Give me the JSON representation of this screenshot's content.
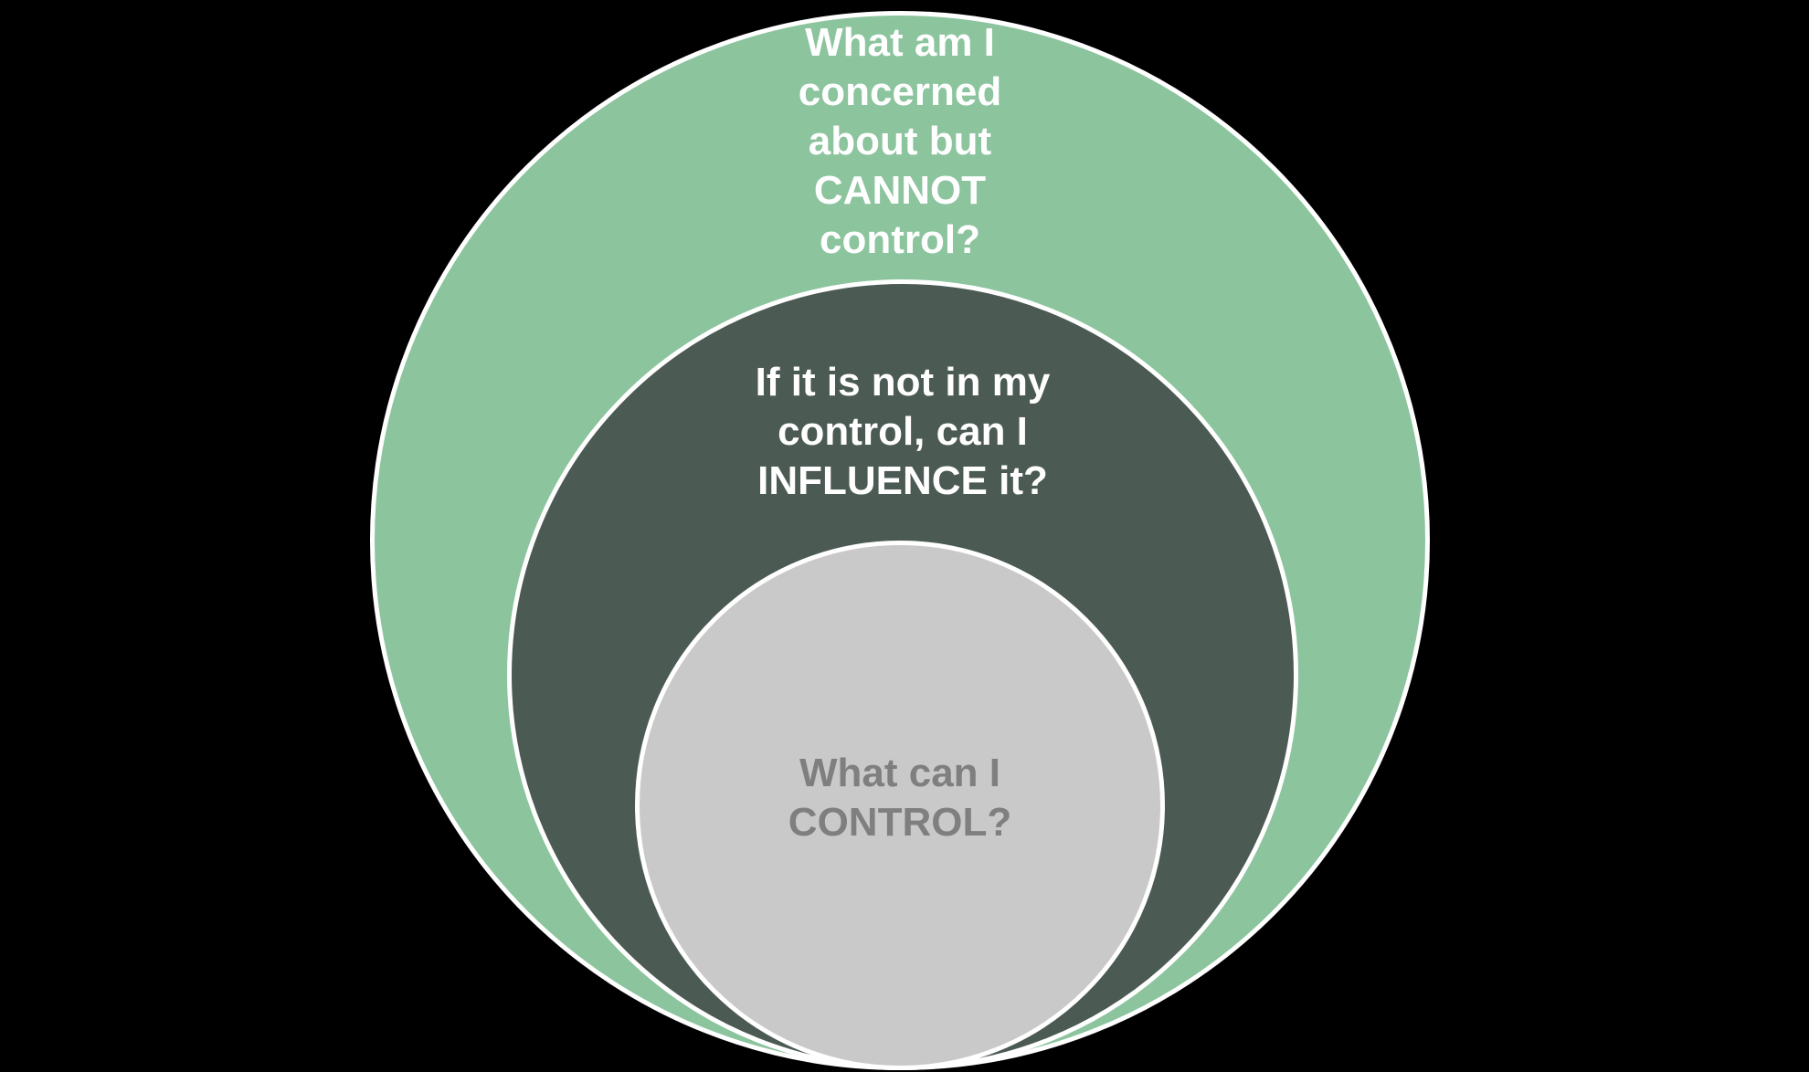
{
  "diagram": {
    "background": "#000000",
    "stroke_color": "#FFFFFF",
    "circles": [
      {
        "id": "concern",
        "fill": "#8BC49D",
        "text_color": "#FFFFFF",
        "label": "What am I concerned about but CANNOT control?",
        "lines": [
          "What am I",
          "concerned",
          "about but",
          "CANNOT",
          "control?"
        ]
      },
      {
        "id": "influence",
        "fill": "#4B5A53",
        "text_color": "#FFFFFF",
        "label": "If it is not in my control, can I INFLUENCE it?",
        "lines": [
          "If it is not in my",
          "control, can I",
          "INFLUENCE it?"
        ]
      },
      {
        "id": "control",
        "fill": "#C9C9C9",
        "text_color": "#7F7F7F",
        "label": "What can I CONTROL?",
        "lines": [
          "What can I",
          "CONTROL?"
        ]
      }
    ]
  }
}
